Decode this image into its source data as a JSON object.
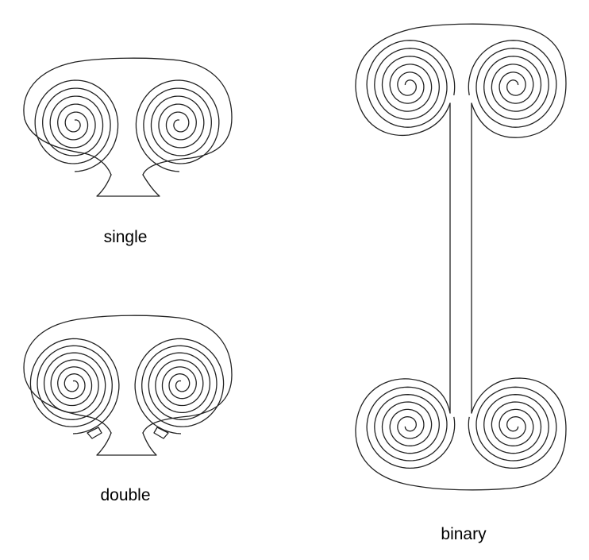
{
  "labels": {
    "single": "single",
    "double": "double",
    "binary": "binary"
  },
  "line_color": "#222222",
  "background_color": "#ffffff"
}
